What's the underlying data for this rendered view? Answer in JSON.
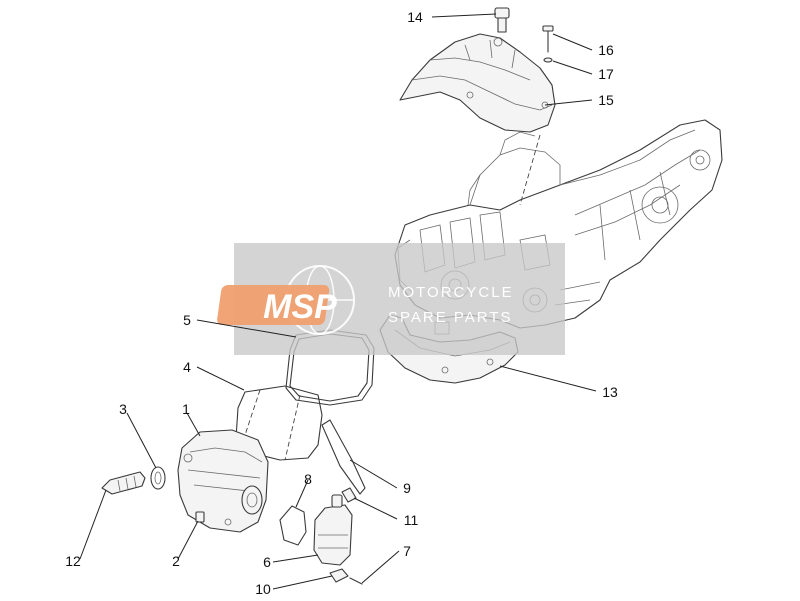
{
  "diagram": {
    "callouts": [
      {
        "id": "p14",
        "label": "14"
      },
      {
        "id": "p16",
        "label": "16"
      },
      {
        "id": "p17",
        "label": "17"
      },
      {
        "id": "p15",
        "label": "15"
      },
      {
        "id": "p5",
        "label": "5"
      },
      {
        "id": "p13",
        "label": "13"
      },
      {
        "id": "p4",
        "label": "4"
      },
      {
        "id": "p3",
        "label": "3"
      },
      {
        "id": "p1",
        "label": "1"
      },
      {
        "id": "p8",
        "label": "8"
      },
      {
        "id": "p9",
        "label": "9"
      },
      {
        "id": "p11",
        "label": "11"
      },
      {
        "id": "p7",
        "label": "7"
      },
      {
        "id": "p12",
        "label": "12"
      },
      {
        "id": "p2",
        "label": "2"
      },
      {
        "id": "p6",
        "label": "6"
      },
      {
        "id": "p10",
        "label": "10"
      }
    ]
  },
  "watermark": {
    "logo": "MSP",
    "line1": "MOTORCYCLE",
    "line2": "SPARE PARTS"
  },
  "colors": {
    "watermark_panel": "#c8c8c8",
    "logo_orange": "#f0a070",
    "line": "#3a3a3a"
  }
}
